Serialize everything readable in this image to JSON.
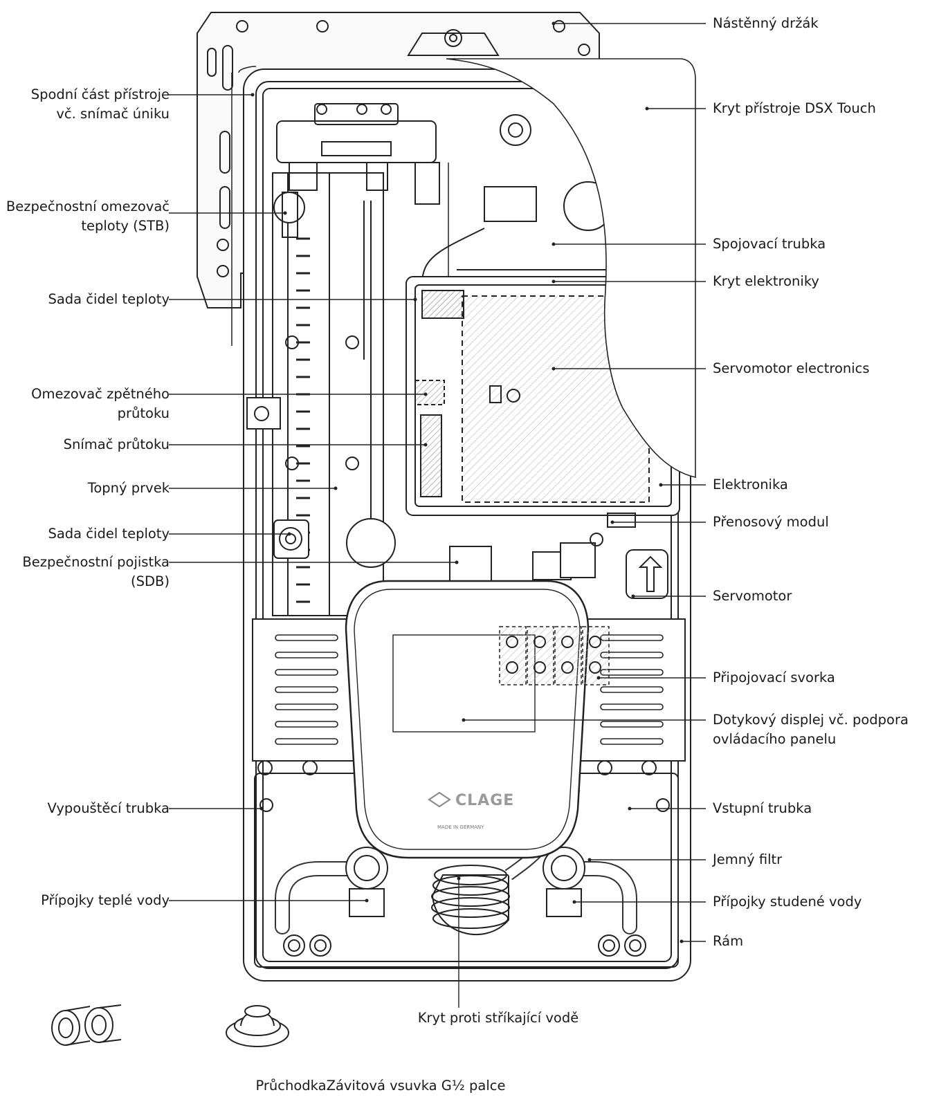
{
  "labels_left": [
    {
      "id": "spodni-cast",
      "lines": [
        "Spodní část přístroje",
        "vč. snímač úniku"
      ]
    },
    {
      "id": "stb",
      "lines": [
        "Bezpečnostní omezovač",
        "teploty (STB)"
      ]
    },
    {
      "id": "sada-cidel-1",
      "lines": [
        "Sada čidel teploty"
      ]
    },
    {
      "id": "omezovac",
      "lines": [
        "Omezovač zpětného",
        "průtoku"
      ]
    },
    {
      "id": "snimac-prutoku",
      "lines": [
        "Snímač průtoku"
      ]
    },
    {
      "id": "topny-prvek",
      "lines": [
        "Topný prvek"
      ]
    },
    {
      "id": "sada-cidel-2",
      "lines": [
        "Sada čidel teploty"
      ]
    },
    {
      "id": "sdb",
      "lines": [
        "Bezpečnostní pojistka",
        "(SDB)"
      ]
    },
    {
      "id": "vypousteci",
      "lines": [
        "Vypouštěcí trubka"
      ]
    },
    {
      "id": "pripojky-teple",
      "lines": [
        "Přípojky teplé vody"
      ]
    }
  ],
  "labels_right": [
    {
      "id": "nastenny-drzak",
      "lines": [
        "Nástěnný držák"
      ]
    },
    {
      "id": "kryt-pristroje",
      "lines": [
        "Kryt přístroje DSX Touch"
      ]
    },
    {
      "id": "spojovaci-trubka",
      "lines": [
        "Spojovací trubka"
      ]
    },
    {
      "id": "kryt-elektroniky",
      "lines": [
        "Kryt elektroniky"
      ]
    },
    {
      "id": "servomotor-electronics",
      "lines": [
        "Servomotor electronics"
      ]
    },
    {
      "id": "elektronika",
      "lines": [
        "Elektronika"
      ]
    },
    {
      "id": "prenosovy-modul",
      "lines": [
        "Přenosový modul"
      ]
    },
    {
      "id": "servomotor",
      "lines": [
        "Servomotor"
      ]
    },
    {
      "id": "pripojovaci-svorka",
      "lines": [
        "Připojovací svorka"
      ]
    },
    {
      "id": "dotykovy-displej",
      "lines": [
        "Dotykový displej vč. podpora",
        "ovládacího panelu"
      ]
    },
    {
      "id": "vstupni-trubka",
      "lines": [
        "Vstupní trubka"
      ]
    },
    {
      "id": "jemny-filtr",
      "lines": [
        "Jemný filtr"
      ]
    },
    {
      "id": "pripojky-studene",
      "lines": [
        "Přípojky studené vody"
      ]
    },
    {
      "id": "ram",
      "lines": [
        "Rám"
      ]
    }
  ],
  "labels_bottom": {
    "kryt_proti": "Kryt proti stříkající vodě",
    "accessories": "PrůchodkaZávitová vsuvka G½ palce"
  },
  "logo": {
    "brand": "CLAGE",
    "subtitle": "MADE IN GERMANY"
  }
}
